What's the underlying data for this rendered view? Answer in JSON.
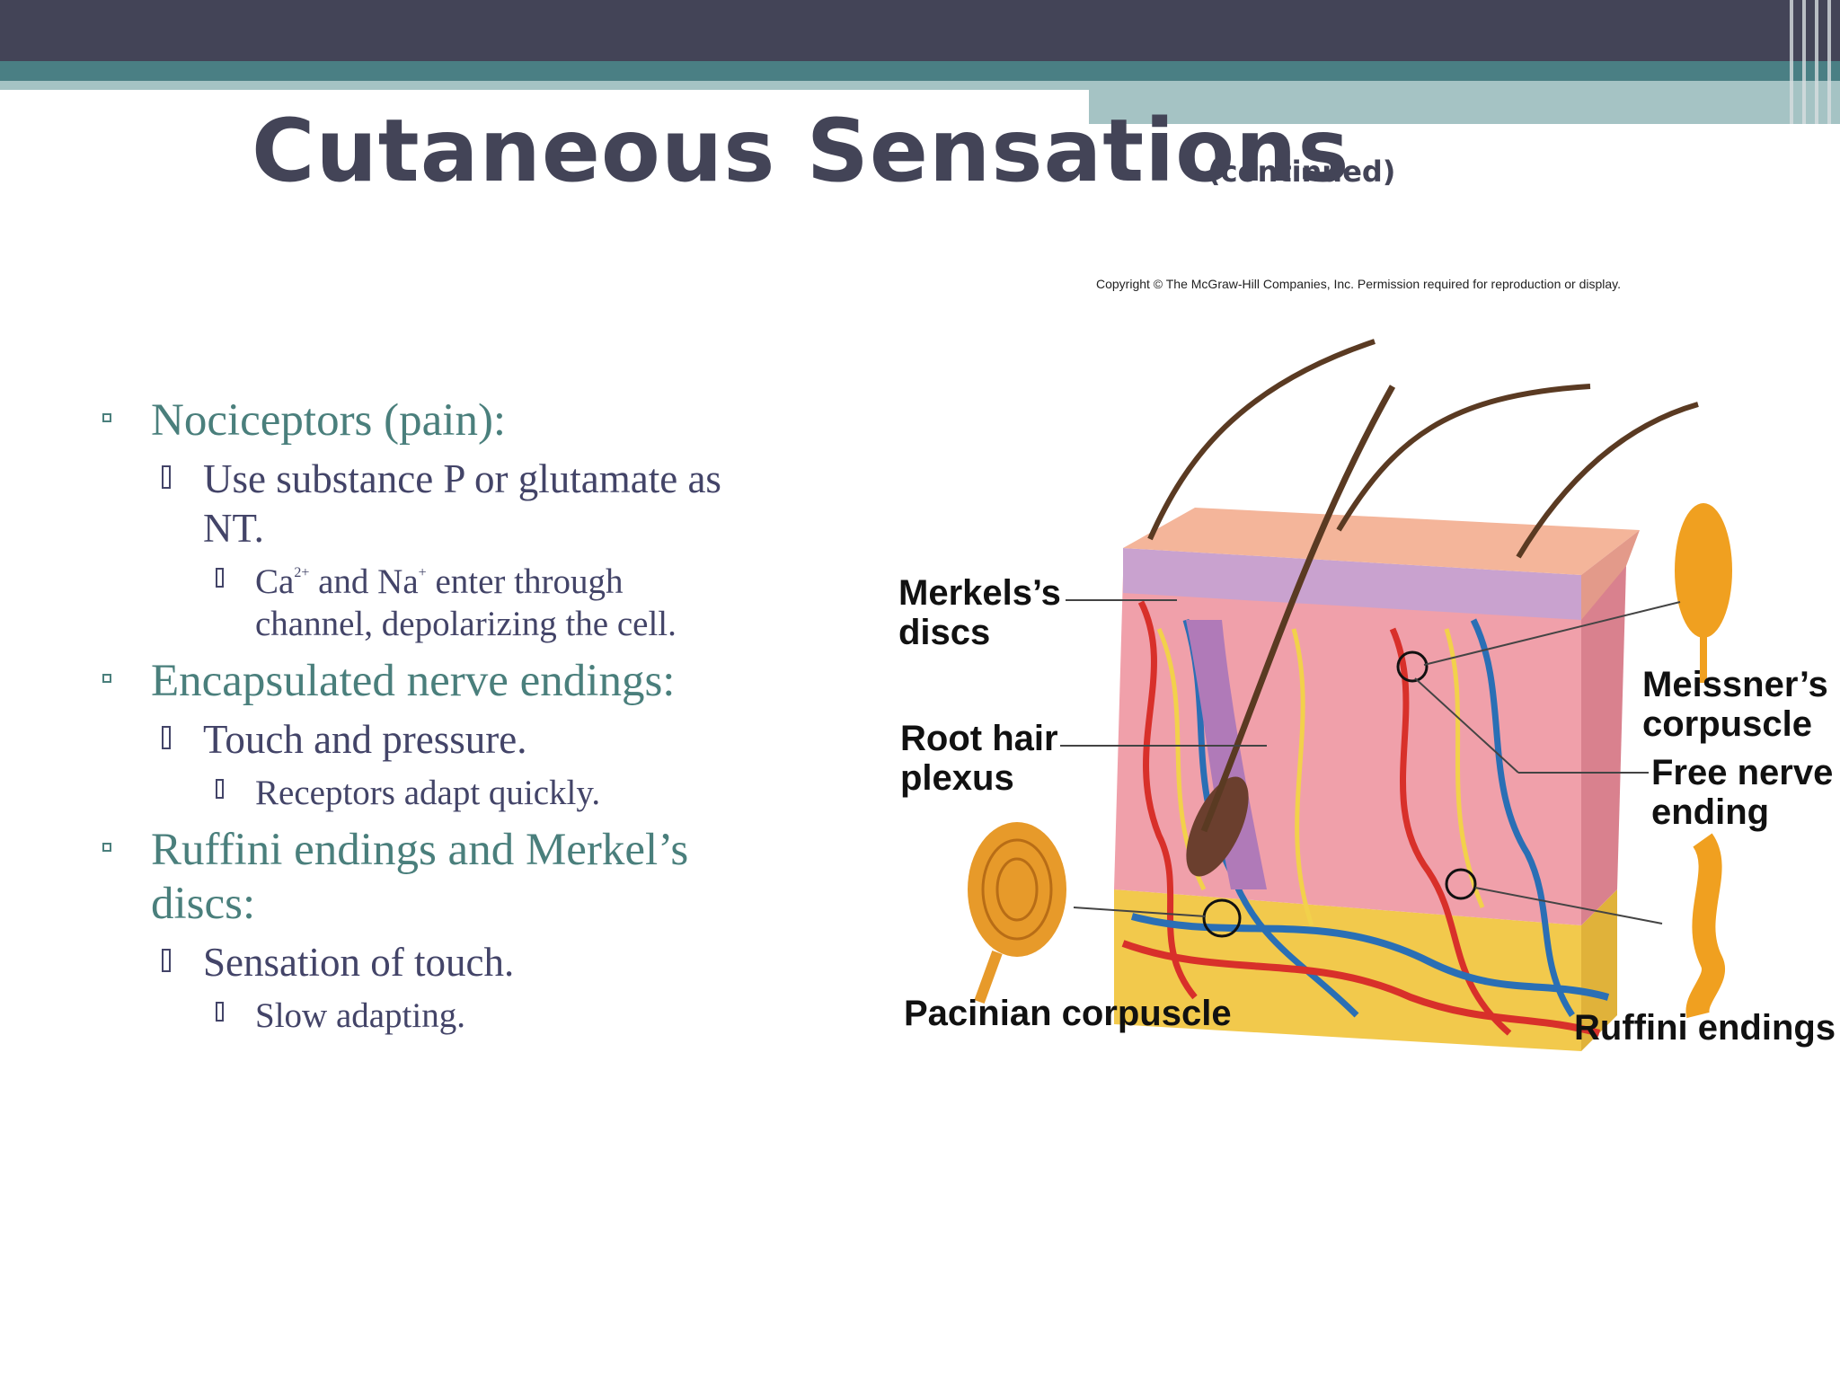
{
  "slide": {
    "title": "Cutaneous Sensations",
    "subtitle": "(continued)"
  },
  "bullets": [
    {
      "text": "Nociceptors (pain):"
    },
    {
      "text": "Use substance P or glutamate as NT."
    },
    {
      "pre": "Ca",
      "sup1": "2+",
      "mid": " and Na",
      "sup2": "+",
      "post": " enter through channel, depolarizing the cell."
    },
    {
      "text": "Encapsulated nerve endings:"
    },
    {
      "text": "Touch and pressure."
    },
    {
      "text": "Receptors adapt quickly."
    },
    {
      "text": "Ruffini endings and Merkel’s discs:"
    },
    {
      "text": "Sensation of touch."
    },
    {
      "text": "Slow adapting."
    }
  ],
  "figure": {
    "copyright": "Copyright © The McGraw-Hill Companies, Inc. Permission required for reproduction or display.",
    "labels": {
      "merkels_discs": "Merkels’s\ndiscs",
      "root_hair_plexus": "Root hair\nplexus",
      "pacinian_corpuscle": "Pacinian corpuscle",
      "meissners_corpuscle": "Meissner’s\ncorpuscle",
      "free_nerve_ending": "Free nerve\nending",
      "ruffini_endings": "Ruffini endings"
    }
  },
  "colors": {
    "header_dark": "#434457",
    "header_teal": "#4a7f84",
    "header_teal_light": "#a5c3c4",
    "level1_text": "#4a7f7c",
    "level2_text": "#434468"
  }
}
